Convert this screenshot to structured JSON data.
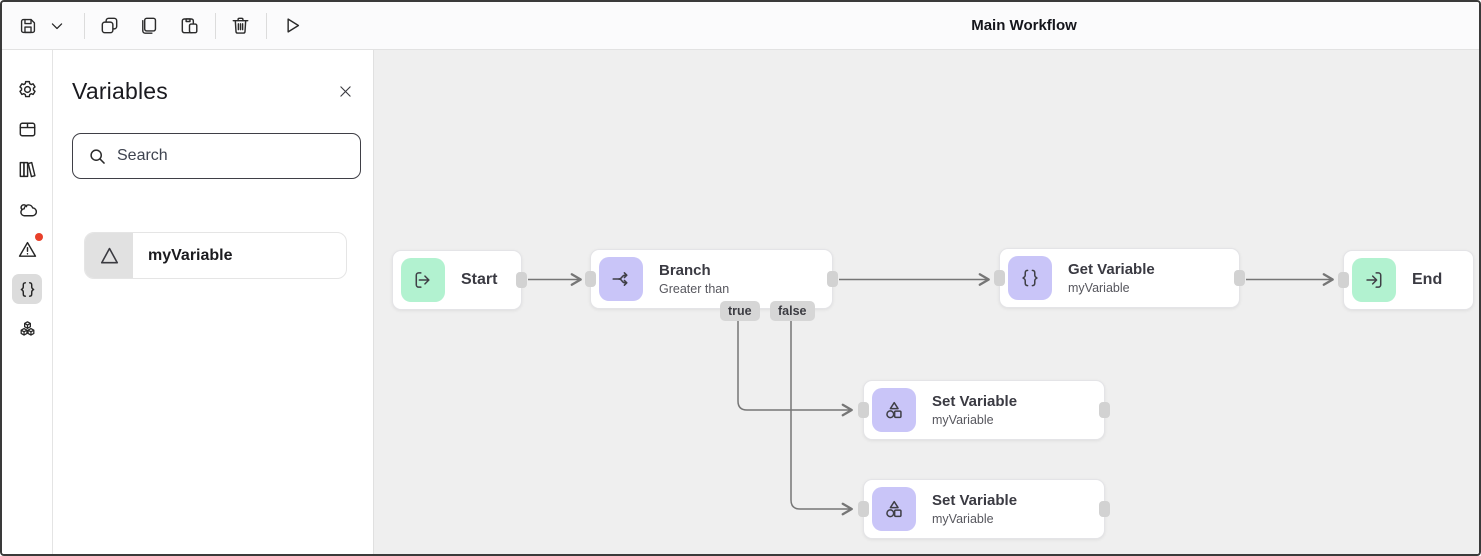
{
  "header": {
    "title": "Main Workflow"
  },
  "toolbar": {
    "buttons": [
      {
        "icon": "save-icon"
      },
      {
        "icon": "chevron-down-icon"
      },
      {
        "icon": "duplicate-icon"
      },
      {
        "icon": "copy-icon"
      },
      {
        "icon": "paste-icon"
      },
      {
        "icon": "delete-icon"
      },
      {
        "icon": "run-icon"
      }
    ]
  },
  "rail": {
    "items": [
      {
        "icon": "settings-icon",
        "active": false,
        "badge": false
      },
      {
        "icon": "package-icon",
        "active": false,
        "badge": false
      },
      {
        "icon": "library-icon",
        "active": false,
        "badge": false
      },
      {
        "icon": "cloud-icon",
        "active": false,
        "badge": false
      },
      {
        "icon": "warnings-icon",
        "active": false,
        "badge": true
      },
      {
        "icon": "variables-icon",
        "active": true,
        "badge": false
      },
      {
        "icon": "blocks-icon",
        "active": false,
        "badge": false
      }
    ]
  },
  "panel": {
    "title": "Variables",
    "close_icon": "close-icon",
    "search": {
      "placeholder": "Search",
      "icon": "search-icon"
    },
    "variables": [
      {
        "name": "myVariable",
        "icon": "triangle-icon"
      }
    ]
  },
  "canvas": {
    "nodes": [
      {
        "id": "start",
        "title": "Start",
        "icon": "start-icon",
        "color": "#b2f2d0"
      },
      {
        "id": "branch",
        "title": "Branch",
        "subtitle": "Greater than",
        "icon": "branch-icon",
        "color": "#c9c5f8",
        "outputs": [
          "true",
          "false"
        ]
      },
      {
        "id": "get-variable",
        "title": "Get Variable",
        "subtitle": "myVariable",
        "icon": "get-variable-icon",
        "color": "#c9c5f8"
      },
      {
        "id": "end",
        "title": "End",
        "icon": "end-icon",
        "color": "#b2f2d0"
      },
      {
        "id": "set-variable-true",
        "title": "Set Variable",
        "subtitle": "myVariable",
        "icon": "set-variable-icon",
        "color": "#c9c5f8"
      },
      {
        "id": "set-variable-false",
        "title": "Set Variable",
        "subtitle": "myVariable",
        "icon": "set-variable-icon",
        "color": "#c9c5f8"
      }
    ],
    "edges": [
      {
        "from": "start",
        "to": "branch"
      },
      {
        "from": "branch",
        "to": "get-variable"
      },
      {
        "from": "get-variable",
        "to": "end"
      },
      {
        "from": "branch",
        "label": "true",
        "to": "set-variable-true"
      },
      {
        "from": "branch",
        "label": "false",
        "to": "set-variable-false"
      }
    ]
  },
  "colors": {
    "canvas_bg": "#efefef",
    "node_green": "#b2f2d0",
    "node_purple": "#c9c5f8",
    "edge": "#767676",
    "port": "#d2d2d2",
    "edge_label_bg": "#d6d6d6",
    "badge_red": "#e8402a"
  }
}
